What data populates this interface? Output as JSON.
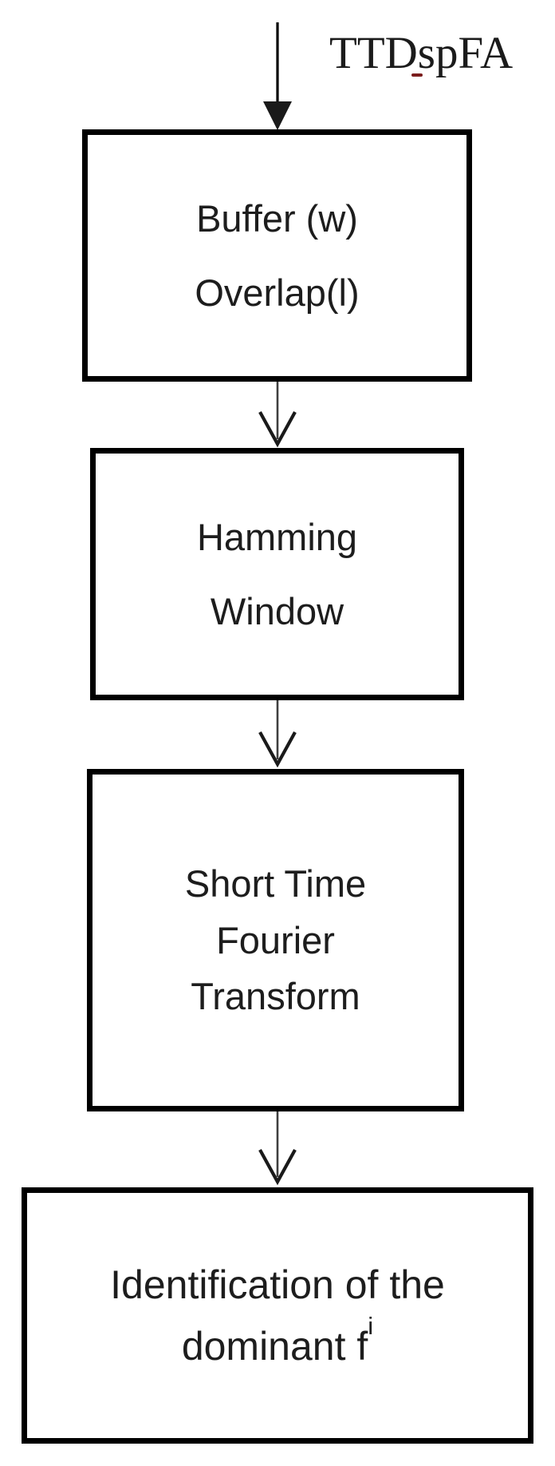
{
  "flowchart": {
    "input_label": "TTDspFA",
    "nodes": [
      {
        "id": "buffer-overlap",
        "lines": [
          "Buffer (w)",
          "Overlap(l)"
        ]
      },
      {
        "id": "hamming-window",
        "lines": [
          "Hamming",
          "Window"
        ]
      },
      {
        "id": "stft",
        "lines": [
          "Short Time",
          "Fourier",
          "Transform"
        ]
      },
      {
        "id": "identification",
        "lines": [
          "Identification of the",
          "dominant f"
        ],
        "superscript": "i"
      }
    ],
    "connectors": [
      {
        "name": "input-arrow",
        "style": "solid-filled-head"
      },
      {
        "name": "flow-arrow-1",
        "style": "open-chevron-head"
      },
      {
        "name": "flow-arrow-2",
        "style": "open-chevron-head"
      },
      {
        "name": "flow-arrow-3",
        "style": "open-chevron-head"
      }
    ],
    "colors": {
      "background": "#ffffff",
      "box_border": "#000000",
      "text": "#1d1d1d",
      "arrow_line": "#3f3f3f",
      "arrow_head": "#1a1a1a",
      "spellcheck_mark": "#7b1d1d"
    }
  }
}
